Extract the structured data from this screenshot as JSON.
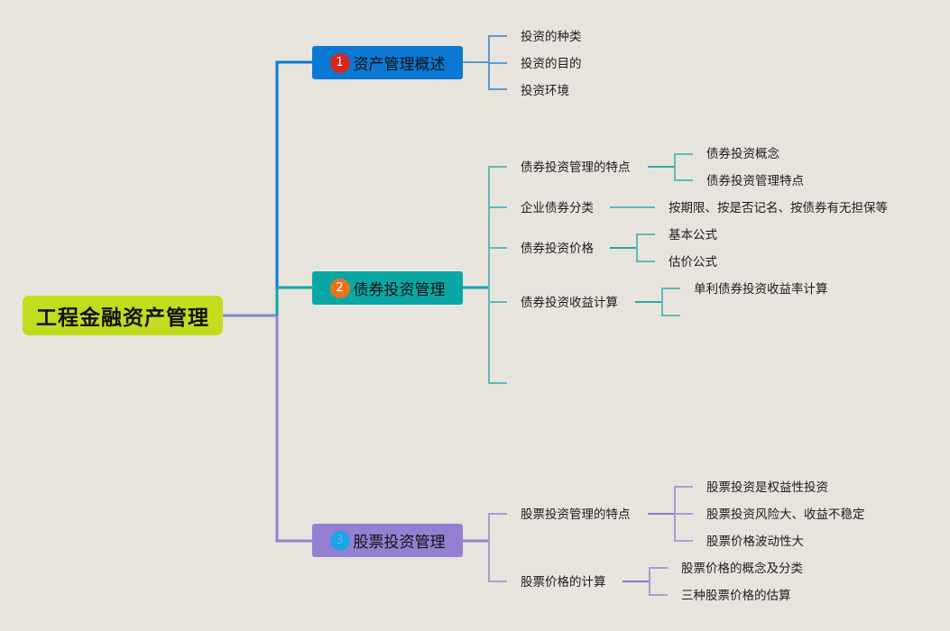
{
  "root": {
    "label": "工程金融资产管理"
  },
  "branches": [
    {
      "number": "1",
      "label": "资产管理概述",
      "color": "#0b78d3",
      "children": [
        {
          "label": "投资的种类"
        },
        {
          "label": "投资的目的"
        },
        {
          "label": "投资环境"
        }
      ]
    },
    {
      "number": "2",
      "label": "债券投资管理",
      "color": "#0aa7a4",
      "children": [
        {
          "label": "债券投资管理的特点",
          "children": [
            "债券投资概念",
            "债券投资管理特点"
          ]
        },
        {
          "label": "企业债券分类",
          "children": [
            "按期限、按是否记名、按债券有无担保等"
          ]
        },
        {
          "label": "债券投资价格",
          "children": [
            "基本公式",
            "估价公式"
          ]
        },
        {
          "label": "债券投资收益计算",
          "children": [
            "单利债券投资收益率计算",
            ""
          ]
        },
        {
          "label": ""
        }
      ]
    },
    {
      "number": "3",
      "label": "股票投资管理",
      "color": "#957fd3",
      "children": [
        {
          "label": "股票投资管理的特点",
          "children": [
            "股票投资是权益性投资",
            "股票投资风险大、收益不稳定",
            "股票价格波动性大"
          ]
        },
        {
          "label": "股票价格的计算",
          "children": [
            "股票价格的概念及分类",
            "三种股票价格的估算"
          ]
        }
      ]
    }
  ]
}
